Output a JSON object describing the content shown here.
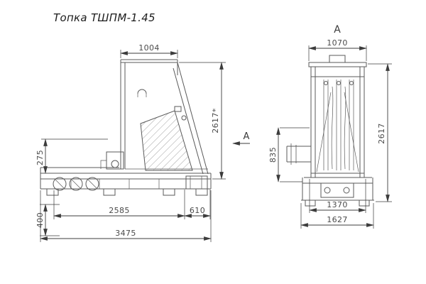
{
  "title": "Топка ТШПМ-1.45",
  "side_view": {
    "view_arrow_label": "А",
    "dim_top_width": "1004",
    "dim_height": "2617*",
    "dim_left_upper": "275",
    "dim_left_lower": "400",
    "dim_bottom_body": "2585",
    "dim_bottom_right": "610",
    "dim_bottom_total": "3475"
  },
  "front_view": {
    "view_label": "А",
    "dim_top_width": "1070",
    "dim_left_height": "835",
    "dim_right_height": "2617",
    "dim_bottom_inner": "1370",
    "dim_bottom_total": "1627"
  },
  "colors": {
    "drawing_line": "#5a5a5a",
    "dimension_line": "#3c3c3c",
    "background": "#ffffff"
  }
}
